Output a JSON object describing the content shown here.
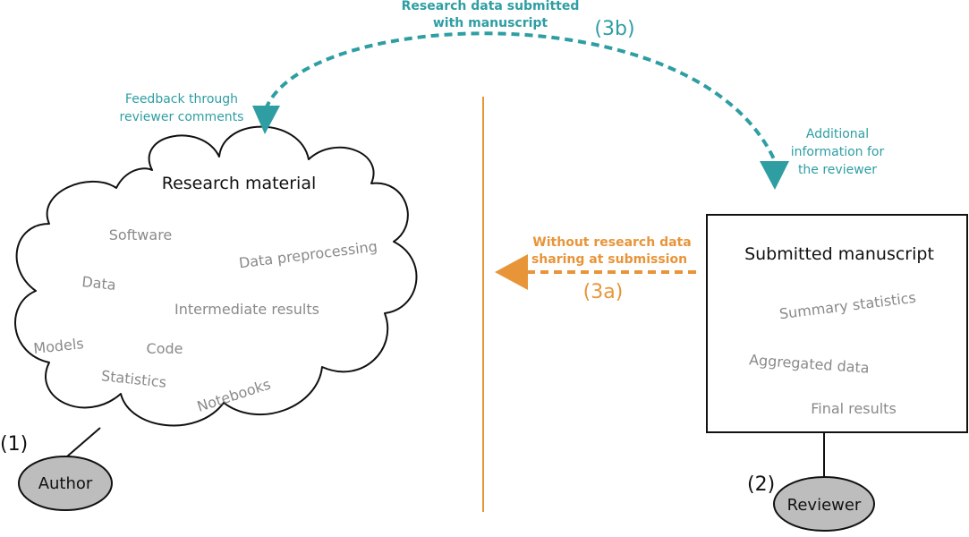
{
  "cloud": {
    "title": "Research material",
    "items": {
      "software": "Software",
      "data_preprocessing": "Data preprocessing",
      "data": "Data",
      "intermediate_results": "Intermediate results",
      "models": "Models",
      "code": "Code",
      "statistics": "Statistics",
      "notebooks": "Notebooks"
    }
  },
  "manuscript": {
    "title": "Submitted manuscript",
    "items": {
      "summary_statistics": "Summary statistics",
      "aggregated_data": "Aggregated data",
      "final_results": "Final results"
    }
  },
  "roles": {
    "author": {
      "step": "(1)",
      "label": "Author"
    },
    "reviewer": {
      "step": "(2)",
      "label": "Reviewer"
    }
  },
  "arrows": {
    "shared": {
      "step": "(3b)",
      "top_label": [
        "Research data submitted",
        "with manuscript"
      ],
      "feedback_label": [
        "Feedback through",
        "reviewer comments"
      ],
      "additional_label": [
        "Additional",
        "information for",
        "the reviewer"
      ]
    },
    "not_shared": {
      "step": "(3a)",
      "label": [
        "Without research data",
        "sharing at submission"
      ]
    }
  },
  "colors": {
    "teal": "#2e9ea3",
    "orange": "#e8953a",
    "gray_text": "#8a8a8a",
    "ellipse_fill": "#bdbdbd"
  }
}
